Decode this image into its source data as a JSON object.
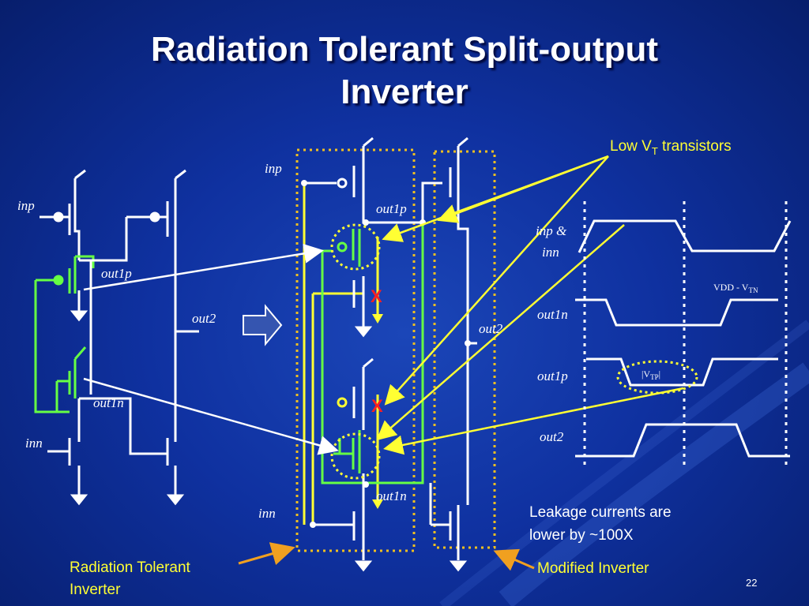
{
  "slide": {
    "title_line1": "Radiation Tolerant Split-output",
    "title_line2": "Inverter",
    "page_number": "22"
  },
  "colors": {
    "background": "#0f31a0",
    "wire": "#ffffff",
    "green": "#66ff44",
    "yellow": "#ffff33",
    "red": "#ff2020",
    "orange": "#f0a020"
  },
  "left_circuit": {
    "inp": "inp",
    "inn": "inn",
    "out1p": "out1p",
    "out1n": "out1n",
    "out2": "out2"
  },
  "middle_circuit": {
    "inp": "inp",
    "inn": "inn",
    "out1p": "out1p",
    "out1n": "out1n",
    "out2": "out2",
    "mark_x_top": "X",
    "mark_x_bottom": "X"
  },
  "waveforms": {
    "inp_inn_line1": "inp &",
    "inp_inn_line2": "inn",
    "out1n": "out1n",
    "out1p": "out1p",
    "out2": "out2",
    "vdd_vtn_main": "VDD - V",
    "vdd_vtn_sub": "TN",
    "vtp_main": "|V",
    "vtp_sub": "TP",
    "vtp_close": "|"
  },
  "annotations": {
    "low_vt_prefix": "Low V",
    "low_vt_sub": "T",
    "low_vt_suffix": " transistors",
    "leakage_line1": "Leakage currents are",
    "leakage_line2": "lower by ~100X",
    "rad_tol_line1": "Radiation Tolerant",
    "rad_tol_line2": "Inverter",
    "modified_inverter": "Modified Inverter"
  }
}
